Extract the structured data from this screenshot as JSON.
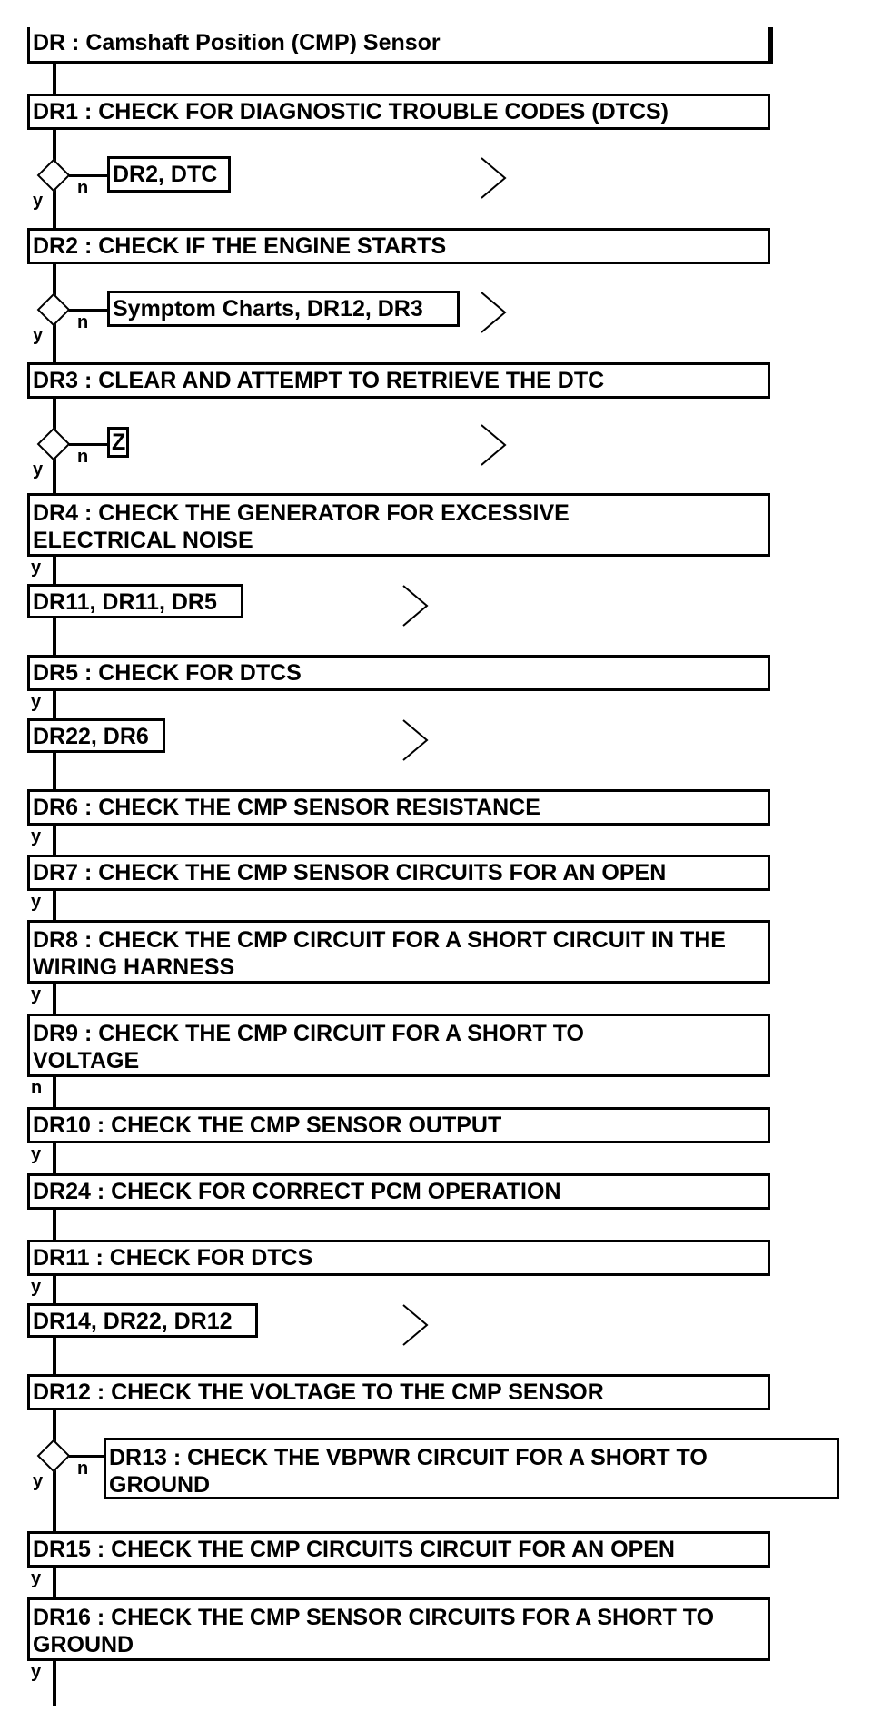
{
  "diagram": {
    "header": "DR : Camshaft Position (CMP) Sensor",
    "yes_label": "y",
    "no_label": "n",
    "steps": {
      "dr1": "DR1 : CHECK FOR DIAGNOSTIC TROUBLE CODES (DTCS)",
      "dr2": "DR2 : CHECK IF THE ENGINE STARTS",
      "dr3": "DR3 : CLEAR AND ATTEMPT TO RETRIEVE THE DTC",
      "dr4": "DR4 : CHECK THE GENERATOR FOR EXCESSIVE ELECTRICAL NOISE",
      "dr5": "DR5 : CHECK FOR DTCS",
      "dr6": "DR6 : CHECK THE CMP SENSOR RESISTANCE",
      "dr7": "DR7 : CHECK THE CMP SENSOR CIRCUITS FOR AN OPEN",
      "dr8": "DR8 : CHECK THE CMP CIRCUIT FOR A SHORT CIRCUIT IN THE WIRING HARNESS",
      "dr9": "DR9 : CHECK THE CMP CIRCUIT FOR A SHORT TO VOLTAGE",
      "dr10": "DR10 : CHECK THE CMP SENSOR OUTPUT",
      "dr24": "DR24 : CHECK FOR CORRECT PCM OPERATION",
      "dr11": "DR11 : CHECK FOR DTCS",
      "dr12": "DR12 : CHECK THE VOLTAGE TO THE CMP SENSOR",
      "dr13": "DR13 : CHECK THE VBPWR CIRCUIT FOR A SHORT TO GROUND",
      "dr15": "DR15 : CHECK THE CMP CIRCUITS CIRCUIT FOR AN OPEN",
      "dr16": "DR16 : CHECK THE CMP SENSOR CIRCUITS FOR A SHORT TO GROUND"
    },
    "branches": {
      "b1": "DR2, DTC",
      "b2": "Symptom Charts, DR12, DR3",
      "b3": "Z",
      "b4": "DR11, DR11, DR5",
      "b5": "DR22, DR6",
      "b6": "DR14, DR22, DR12"
    }
  }
}
